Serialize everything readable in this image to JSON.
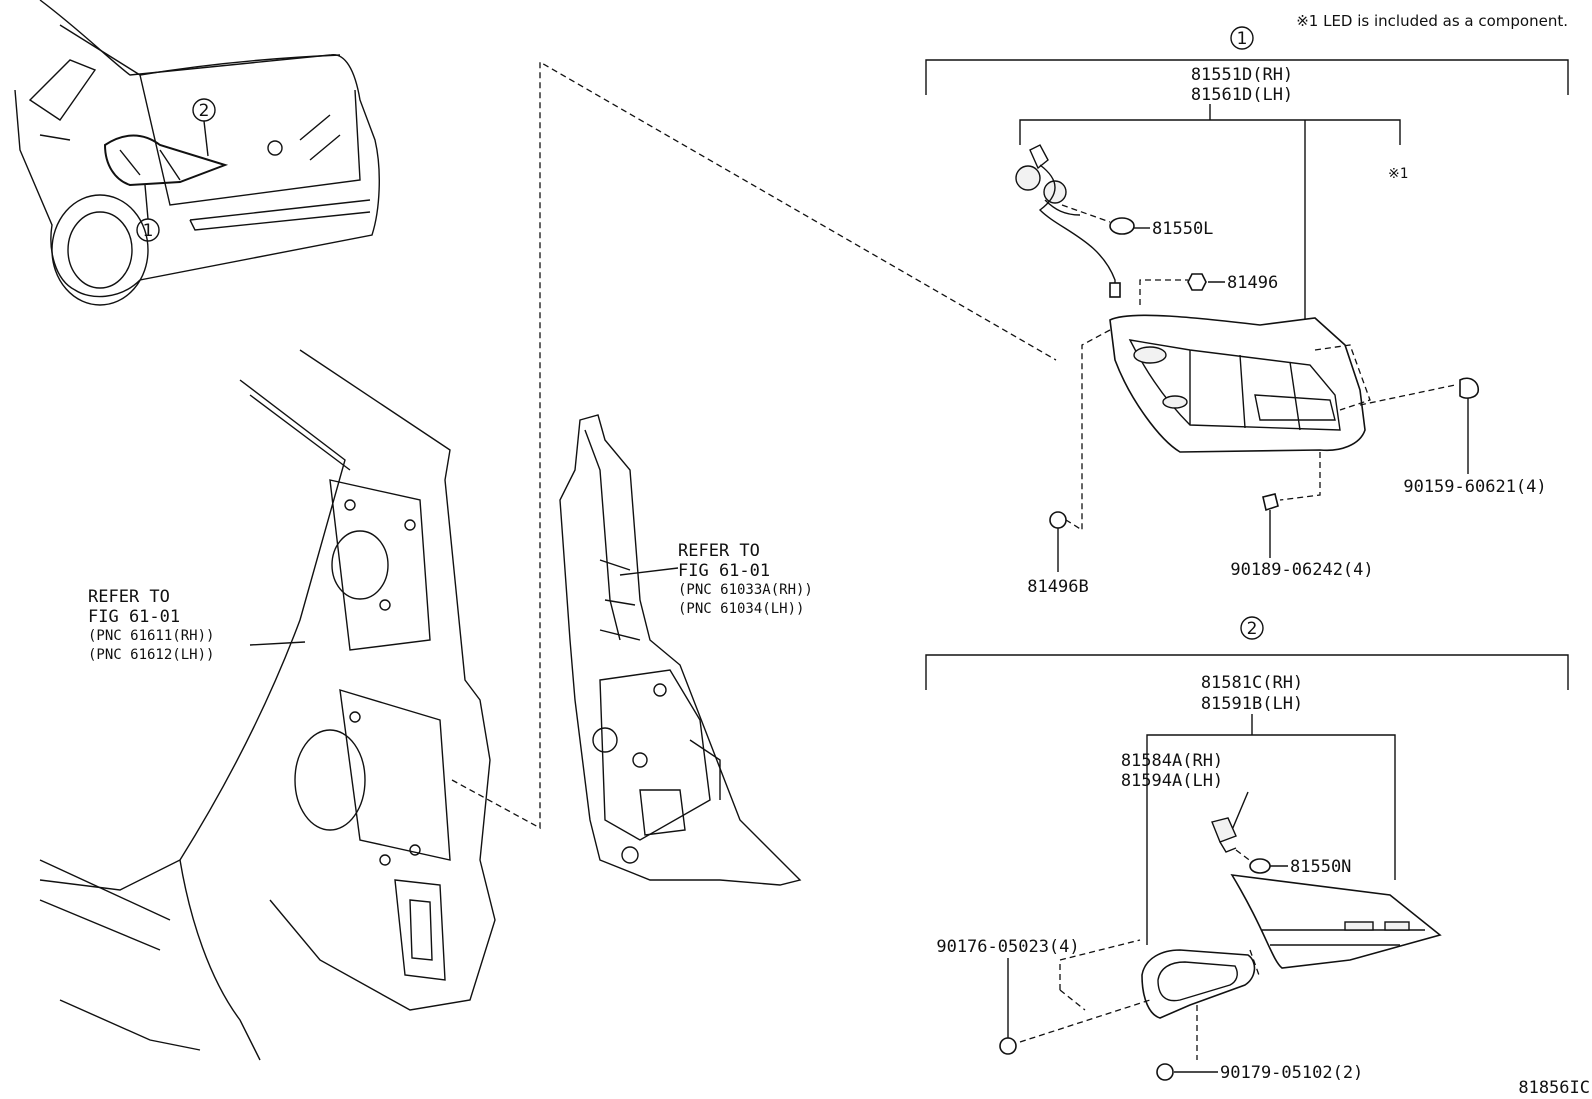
{
  "note_led": "※1 LED is included as a component.",
  "figure_id": "81856IC",
  "callouts": {
    "one": "1",
    "two": "2"
  },
  "star_mark": "※1",
  "group1": {
    "assy_rh": "81551D(RH)",
    "assy_lh": "81561D(LH)",
    "bulb": "81550L",
    "clip": "81496",
    "clip_b": "81496B",
    "screw_a": "90159-60621(4)",
    "screw_b": "90189-06242(4)"
  },
  "group2": {
    "assy_rh": "81581C(RH)",
    "assy_lh": "81591B(LH)",
    "socket_rh": "81584A(RH)",
    "socket_lh": "81594A(LH)",
    "bulb": "81550N",
    "screw_a": "90176-05023(4)",
    "screw_b": "90179-05102(2)"
  },
  "refer_left": {
    "line1": "REFER TO",
    "line2": "FIG 61-01",
    "line3": "(PNC 61611(RH))",
    "line4": "(PNC 61612(LH))"
  },
  "refer_mid": {
    "line1": "REFER TO",
    "line2": "FIG 61-01",
    "line3": "(PNC 61033A(RH))",
    "line4": "(PNC 61034(LH))"
  }
}
